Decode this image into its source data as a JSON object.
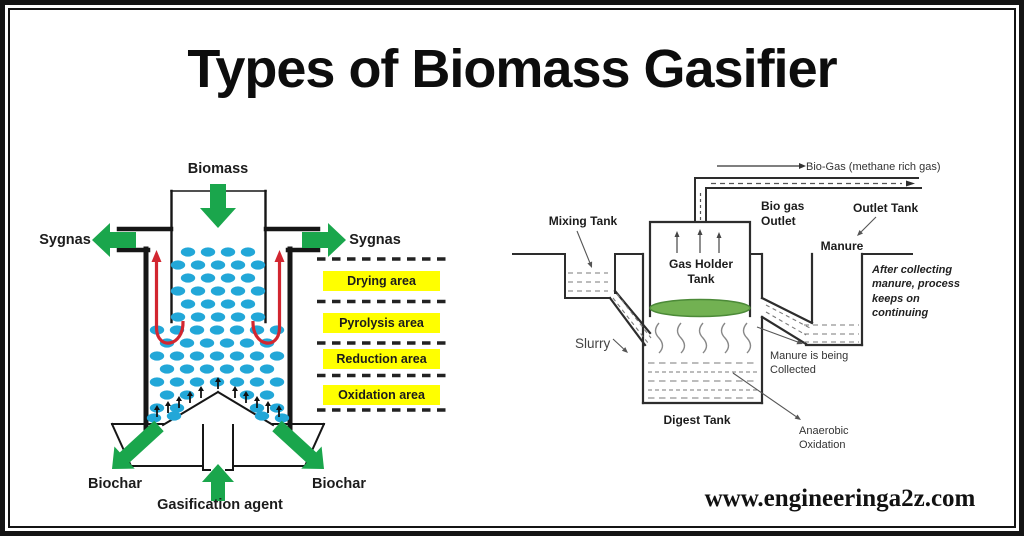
{
  "page": {
    "title": "Types of Biomass Gasifier",
    "watermark": "www.engineeringa2z.com"
  },
  "colors": {
    "arrow_green": "#1aa64c",
    "dot_blue": "#22a7d8",
    "flow_red": "#d22630",
    "zone_yellow": "#ffff00",
    "holder_green": "#72b152",
    "holder_green_edge": "#4c8a38",
    "line_dark": "#161616",
    "line_mid": "#2d2d2d",
    "dash_gray": "#7a7a7a"
  },
  "gasifier": {
    "biomass": "Biomass",
    "syngas_left": "Sygnas",
    "syngas_right": "Sygnas",
    "biochar_left": "Biochar",
    "biochar_right": "Biochar",
    "gasification_agent": "Gasification agent",
    "zones": [
      {
        "label": "Drying area"
      },
      {
        "label": "Pyrolysis area"
      },
      {
        "label": "Reduction area"
      },
      {
        "label": "Oxidation area"
      }
    ]
  },
  "biogas_plant": {
    "mixing_tank": "Mixing Tank",
    "bio_gas": "Bio-Gas (methane rich gas)",
    "bio_gas_outlet_lines": [
      "Bio gas",
      "Outlet"
    ],
    "outlet_tank": "Outlet Tank",
    "manure": "Manure",
    "gas_holder_lines": [
      "Gas Holder",
      "Tank"
    ],
    "note_lines": [
      "After collecting",
      "manure, process",
      "keeps on",
      "continuing"
    ],
    "slurry": "Slurry",
    "digest_tank": "Digest Tank",
    "manure_collected_lines": [
      "Manure is being",
      "Collected"
    ],
    "anaerobic_lines": [
      "Anaerobic",
      "Oxidation"
    ]
  }
}
